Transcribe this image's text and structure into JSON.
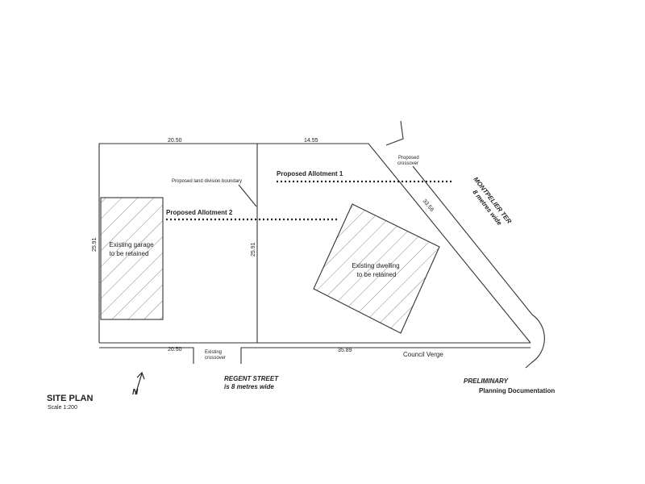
{
  "dimensions": {
    "top_left": "20.50",
    "top_right": "14.55",
    "left_side": "25.91",
    "middle": "25.91",
    "bottom_left": "20.50",
    "bottom_right": "35.89",
    "diagonal": "33.56"
  },
  "labels": {
    "proposed_boundary": "Proposed land division boundary",
    "allotment_1": "Proposed Allotment 1",
    "allotment_2": "Proposed Allotment 2",
    "garage_line1": "Existing garage",
    "garage_line2": "to be retained",
    "dwelling_line1": "Existing dwelling",
    "dwelling_line2": "to be retained",
    "proposed_crossover_line1": "Proposed",
    "proposed_crossover_line2": "crossover",
    "existing_crossover_line1": "Existing",
    "existing_crossover_line2": "crossover",
    "council_verge": "Council Verge",
    "montpelier_line1": "MONTPELIER TER",
    "montpelier_line2": "8 metres wide",
    "regent_line1": "REGENT STREET",
    "regent_line2": "is 8 metres wide",
    "north": "N"
  },
  "title_block": {
    "title": "SITE PLAN",
    "scale": "Scale 1:200",
    "status": "PRELIMINARY",
    "subtitle": "Planning Documentation",
    "status_color": "#c0181a"
  }
}
